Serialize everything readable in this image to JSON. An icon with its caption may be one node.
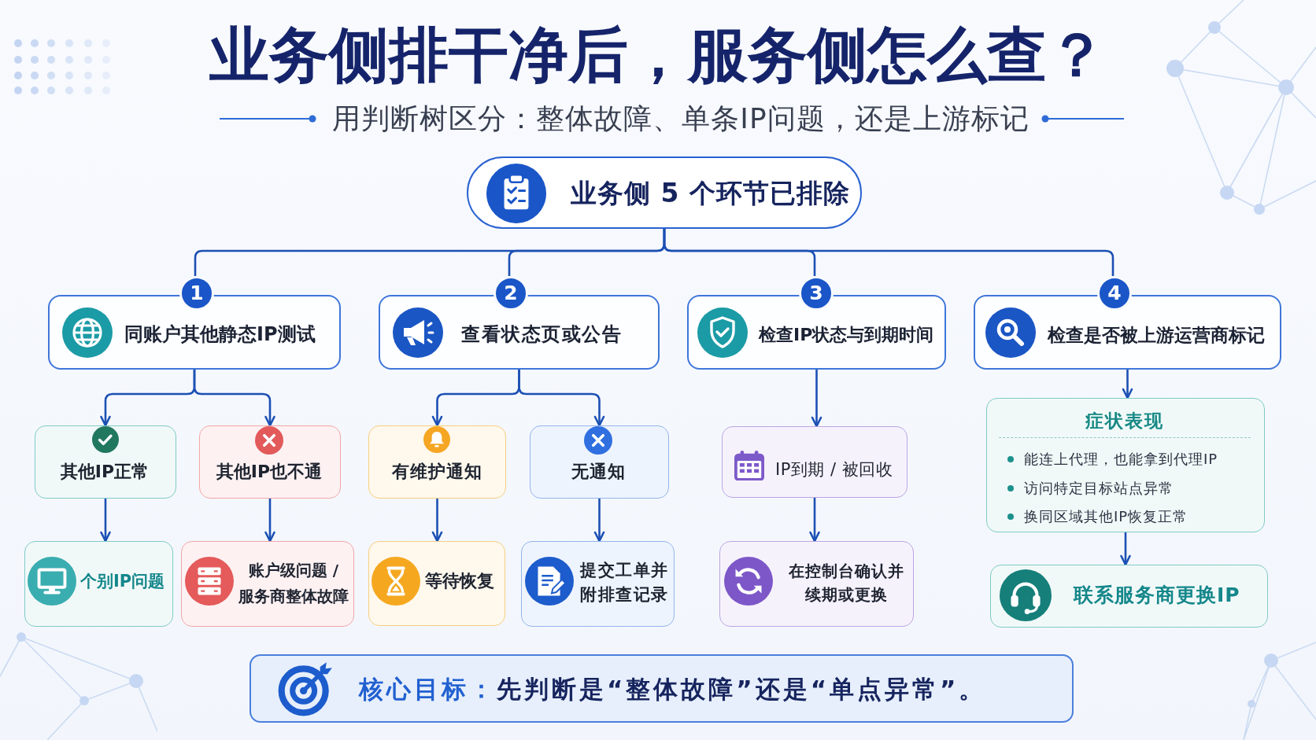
{
  "diagram": {
    "title": "业务侧排干净后，服务侧怎么查？",
    "nodes": [
      {
        "text": [
          "业务侧 5 个环节已排除"
        ]
      },
      {
        "text": [
          "1",
          "同账户其他静态IP测试"
        ]
      },
      {
        "text": [
          "2",
          "查看状态页或公告"
        ]
      },
      {
        "text": [
          "3",
          "检查IP状态与到期时间"
        ]
      },
      {
        "text": [
          "4",
          "检查是否被上游运营商标记"
        ]
      },
      {
        "text": [
          "其他IP正常"
        ]
      },
      {
        "text": [
          "其他IP也不通"
        ]
      },
      {
        "text": [
          "有维护通知"
        ]
      },
      {
        "text": [
          "无通知"
        ]
      },
      {
        "text": [
          "IP到期 / 被回收"
        ]
      },
      {
        "text": [
          "症状表现",
          "能连上代理，也能拿到代理IP",
          "访问特定目标站点异常",
          "换同区域其他IP恢复正常"
        ]
      },
      {
        "text": [
          "个别IP问题"
        ]
      },
      {
        "text": [
          "账户级问题 / 服务商整体故障"
        ]
      },
      {
        "text": [
          "等待恢复"
        ]
      },
      {
        "text": [
          "提交工单并附排查记录"
        ]
      },
      {
        "text": [
          "在控制台确认并续期或更换"
        ]
      },
      {
        "text": [
          "联系服务商更换IP"
        ]
      },
      {
        "text": [
          "核心目标：",
          "先判断是“整体故障”还是“单点异常”。"
        ]
      }
    ],
    "edges": [
      {
        "from": 0,
        "to": 1,
        "arrow": "none"
      },
      {
        "from": 0,
        "to": 2,
        "arrow": "none"
      },
      {
        "from": 0,
        "to": 3,
        "arrow": "none"
      },
      {
        "from": 0,
        "to": 4,
        "arrow": "none"
      },
      {
        "from": 1,
        "to": 5,
        "arrow": "to"
      },
      {
        "from": 1,
        "to": 6,
        "arrow": "to"
      },
      {
        "from": 2,
        "to": 7,
        "arrow": "to"
      },
      {
        "from": 2,
        "to": 8,
        "arrow": "to"
      },
      {
        "from": 3,
        "to": 9,
        "arrow": "to"
      },
      {
        "from": 4,
        "to": 10,
        "arrow": "to"
      },
      {
        "from": 5,
        "to": 11,
        "arrow": "to"
      },
      {
        "from": 6,
        "to": 12,
        "arrow": "to"
      },
      {
        "from": 7,
        "to": 13,
        "arrow": "to"
      },
      {
        "from": 8,
        "to": 14,
        "arrow": "to"
      },
      {
        "from": 9,
        "to": 15,
        "arrow": "to"
      },
      {
        "from": 10,
        "to": 16,
        "arrow": "to"
      }
    ],
    "labels": [
      "用判断树区分：整体故障、单条IP问题，还是上游标记"
    ]
  }
}
